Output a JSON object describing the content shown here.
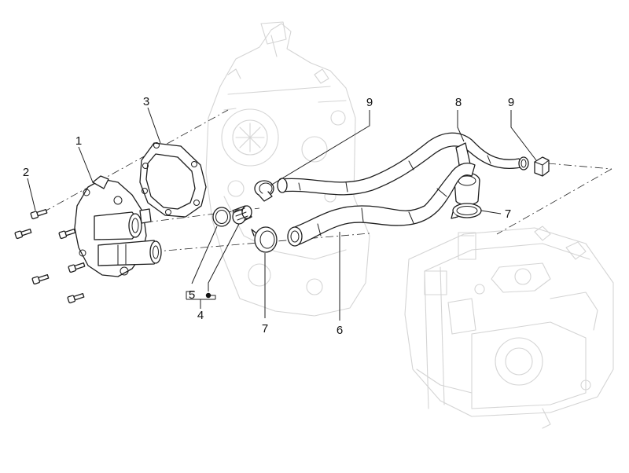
{
  "callouts": [
    {
      "id": "1",
      "label": "1"
    },
    {
      "id": "2",
      "label": "2"
    },
    {
      "id": "3",
      "label": "3"
    },
    {
      "id": "4",
      "label": "4"
    },
    {
      "id": "5",
      "label": "5"
    },
    {
      "id": "6",
      "label": "6"
    },
    {
      "id": "7a",
      "label": "7"
    },
    {
      "id": "7b",
      "label": "7"
    },
    {
      "id": "8",
      "label": "8"
    },
    {
      "id": "9a",
      "label": "9"
    },
    {
      "id": "9b",
      "label": "9"
    }
  ]
}
